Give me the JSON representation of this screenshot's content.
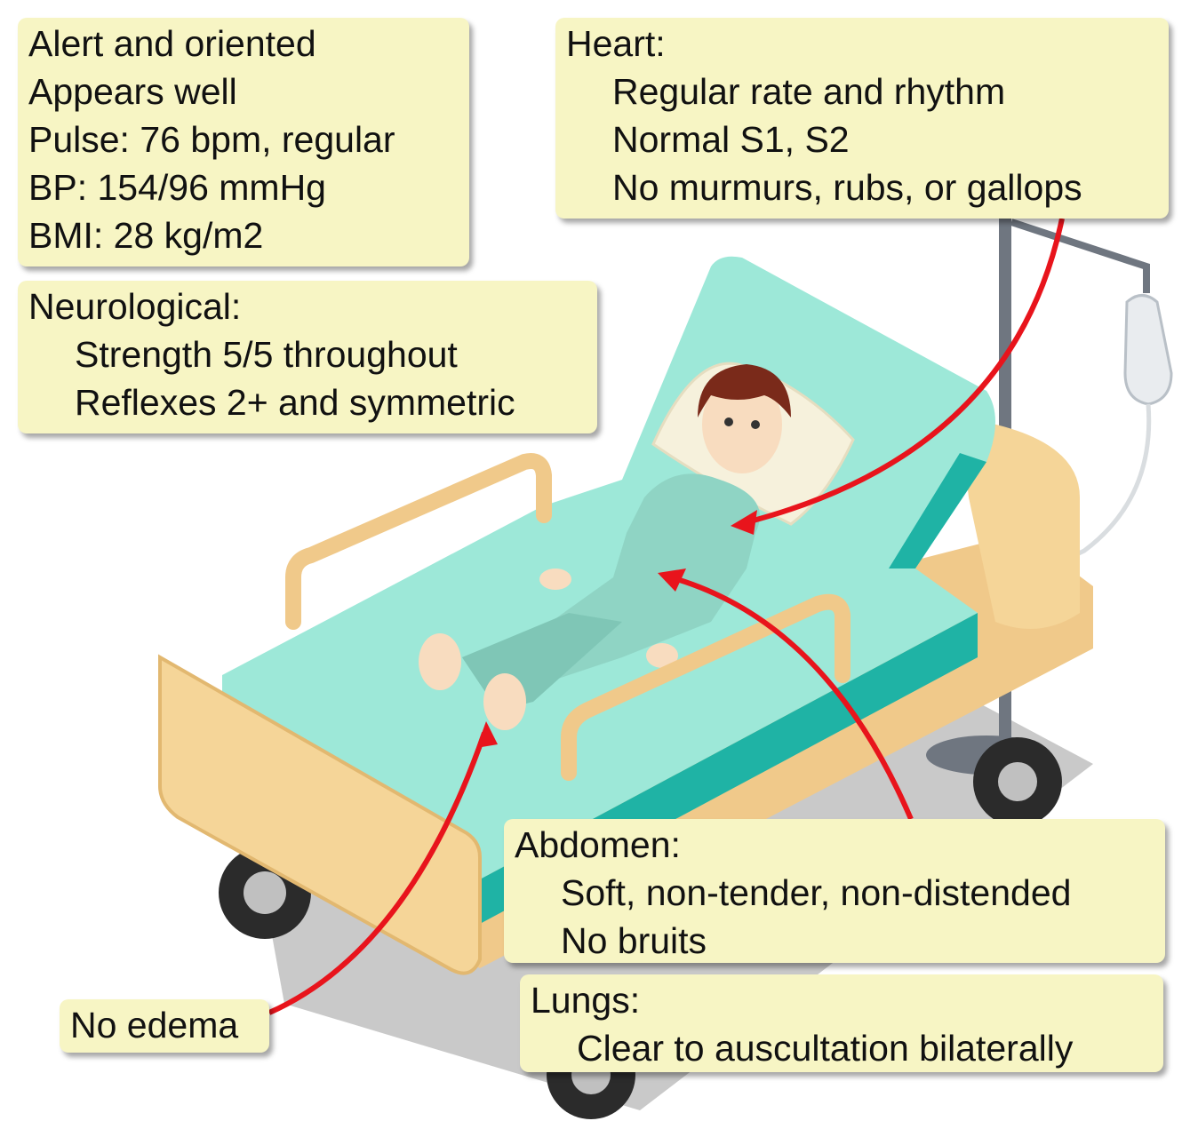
{
  "general": {
    "lines": [
      "Alert and oriented",
      "Appears well",
      "Pulse: 76 bpm, regular",
      "BP: 154/96 mmHg",
      "BMI: 28 kg/m2"
    ]
  },
  "heart": {
    "title": "Heart:",
    "items": [
      "Regular rate and rhythm",
      "Normal S1, S2",
      "No murmurs, rubs, or gallops"
    ]
  },
  "neurological": {
    "title": "Neurological:",
    "items": [
      "Strength 5/5 throughout",
      "Reflexes 2+ and symmetric"
    ]
  },
  "abdomen": {
    "title": "Abdomen:",
    "items": [
      "Soft, non-tender, non-distended",
      "No bruits"
    ]
  },
  "lungs": {
    "title": "Lungs:",
    "items": [
      "Clear to auscultation bilaterally"
    ]
  },
  "extremities": {
    "text": "No edema"
  },
  "colors": {
    "note_fill": "#f7f5c4",
    "arrow": "#e8141c",
    "mattress": "#9de8d8",
    "mattress_dark": "#1fb3a5",
    "bed_frame": "#f5d598",
    "gown": "#8fd4c4",
    "hair": "#7a2a1a",
    "skin": "#f8dcbf",
    "pole": "#6f7680"
  }
}
